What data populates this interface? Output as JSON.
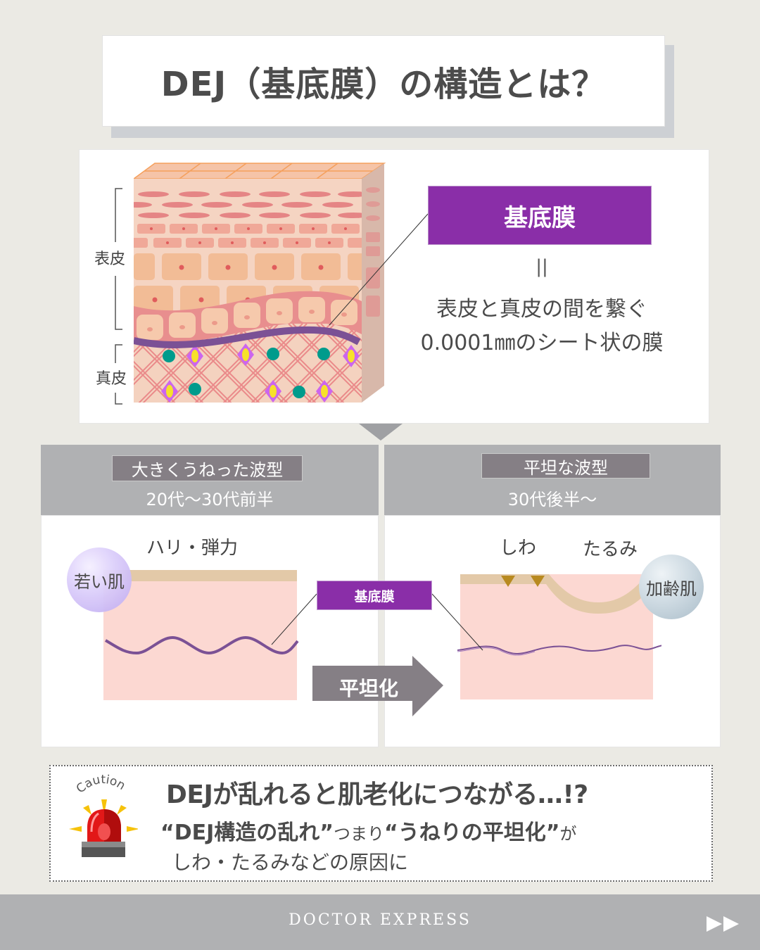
{
  "header": {
    "title": "DEJ（基底膜）の構造とは？"
  },
  "structure_panel": {
    "epidermis_label": "表皮",
    "dermis_label": "真皮",
    "callout_label": "基底膜",
    "equals_symbol": "||",
    "description_line1": "表皮と真皮の間を繋ぐ",
    "description_line2": "0.0001㎜のシート状の膜",
    "colors": {
      "basement_membrane": "#7b5195",
      "callout_bg": "#8a2ea8",
      "fibroblast_dot": "#009b8c",
      "cell_diamond": "#cc66ee",
      "cell_nucleus": "#f7e12a"
    }
  },
  "comparison": {
    "young": {
      "wave_type_label": "大きくうねった波型",
      "age_range": "20代〜30代前半",
      "feature_label": "ハリ・弾力",
      "bubble_label": "若い肌"
    },
    "aged": {
      "wave_type_label": "平坦な波型",
      "age_range": "30代後半〜",
      "feature_wrinkle": "しわ",
      "feature_sagging": "たるみ",
      "bubble_label": "加齢肌"
    },
    "membrane_tag": "基底膜",
    "transition_label": "平坦化"
  },
  "caution": {
    "icon_label": "Caution",
    "headline": "DEJが乱れると肌老化につながる…!?",
    "line2_part1": "“DEJ構造の乱れ”",
    "line2_part2": "つまり",
    "line2_part3": "“うねりの平坦化”",
    "line2_part4": "が",
    "line3": "しわ・たるみなどの原因に"
  },
  "footer": {
    "brand": "DOCTOR EXPRESS",
    "next_icon": "fast-forward-icon"
  }
}
